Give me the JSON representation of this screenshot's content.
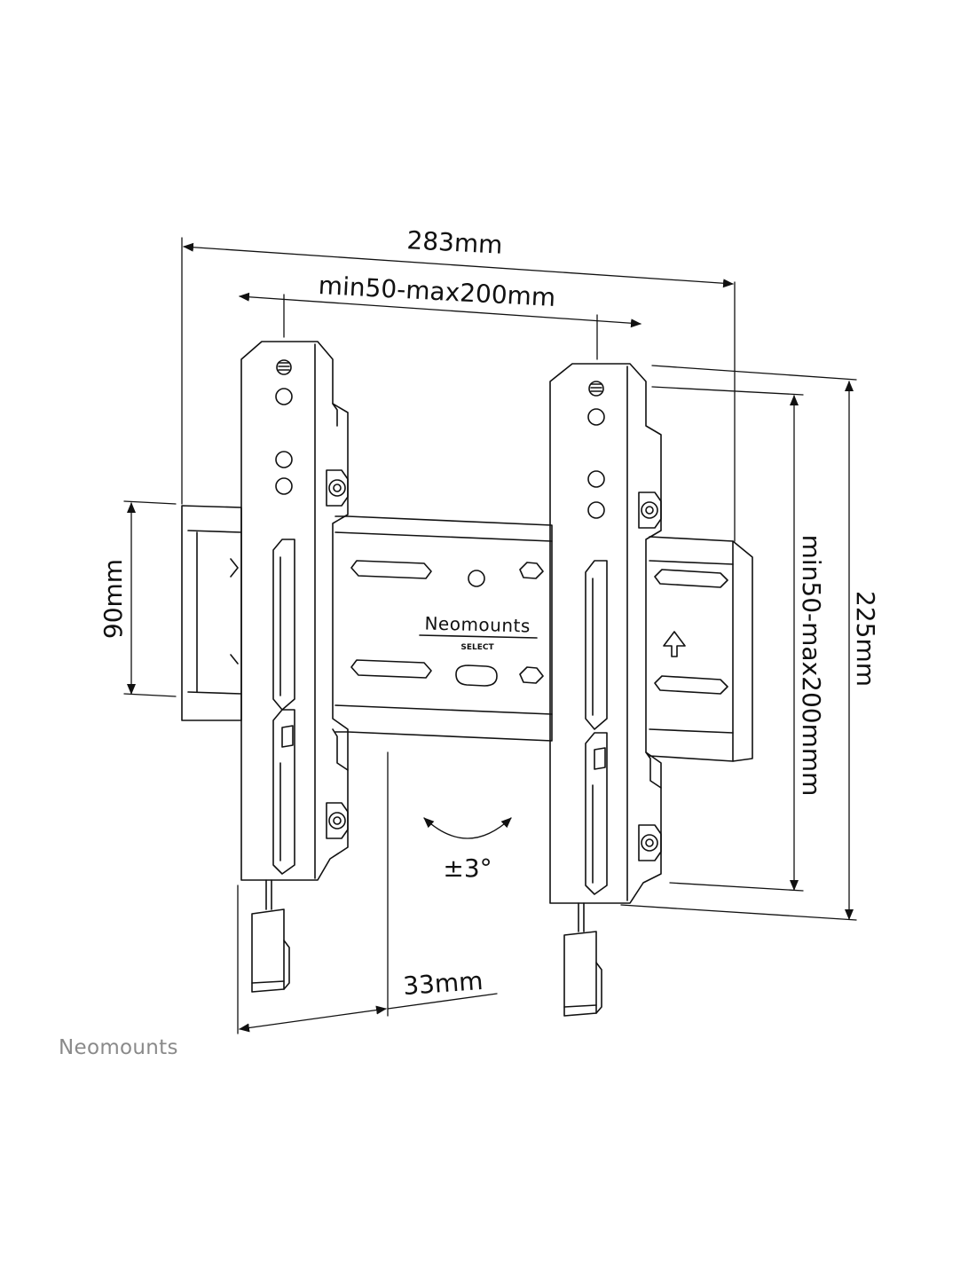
{
  "dimensions": {
    "total_width": "283mm",
    "vesa_horizontal": "min50-max200mm",
    "vesa_vertical": "min50-max200mmm",
    "total_height": "225mm",
    "wall_plate_height": "90mm",
    "depth": "33mm",
    "tilt": "±3°"
  },
  "product_logo": {
    "brand": "Neomounts",
    "sub": "SELECT"
  },
  "watermark": "Neomounts",
  "colors": {
    "line": "#111111",
    "watermark": "#8a8a8a"
  }
}
